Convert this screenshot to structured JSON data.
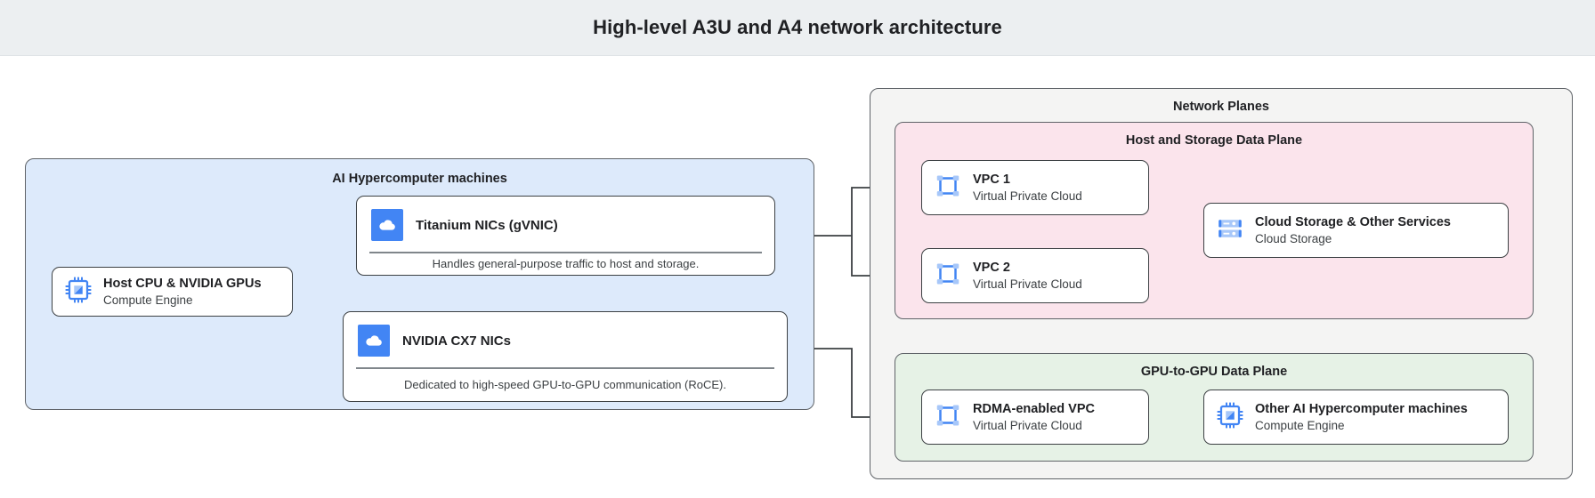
{
  "header": {
    "title": "High-level A3U and A4 network architecture"
  },
  "groups": {
    "machines": {
      "title": "AI Hypercomputer machines"
    },
    "planes": {
      "title": "Network Planes"
    },
    "host_storage": {
      "title": "Host and Storage Data Plane"
    },
    "gpu_plane": {
      "title": "GPU-to-GPU Data Plane"
    }
  },
  "nodes": {
    "host_cpu": {
      "title": "Host CPU & NVIDIA GPUs",
      "subtitle": "Compute Engine",
      "icon": "cpu-chip-icon"
    },
    "vpc1": {
      "title": "VPC 1",
      "subtitle": "Virtual Private Cloud",
      "icon": "vpc-icon"
    },
    "vpc2": {
      "title": "VPC 2",
      "subtitle": "Virtual Private Cloud",
      "icon": "vpc-icon"
    },
    "cloud_storage": {
      "title": "Cloud Storage & Other Services",
      "subtitle": "Cloud Storage",
      "icon": "storage-icon"
    },
    "rdma_vpc": {
      "title": "RDMA-enabled VPC",
      "subtitle": "Virtual Private Cloud",
      "icon": "vpc-icon"
    },
    "other_machines": {
      "title": "Other AI Hypercomputer machines",
      "subtitle": "Compute Engine",
      "icon": "cpu-chip-icon"
    }
  },
  "cards": {
    "titanium": {
      "title": "Titanium NICs (gVNIC)",
      "description": "Handles general-purpose traffic to host and storage.",
      "icon": "cloud-icon"
    },
    "cx7": {
      "title": "NVIDIA CX7 NICs",
      "description": "Dedicated to high-speed GPU-to-GPU communication (RoCE).",
      "icon": "cloud-icon"
    }
  },
  "colors": {
    "header_bg": "#eceff1",
    "machines_bg": "#ddeafb",
    "planes_bg": "#f4f4f3",
    "host_storage_bg": "#fbe4ec",
    "gpu_plane_bg": "#e6f2e6",
    "icon_blue": "#4285f4",
    "icon_blue_light": "#a7c7f9",
    "stroke": "#3c4043"
  }
}
